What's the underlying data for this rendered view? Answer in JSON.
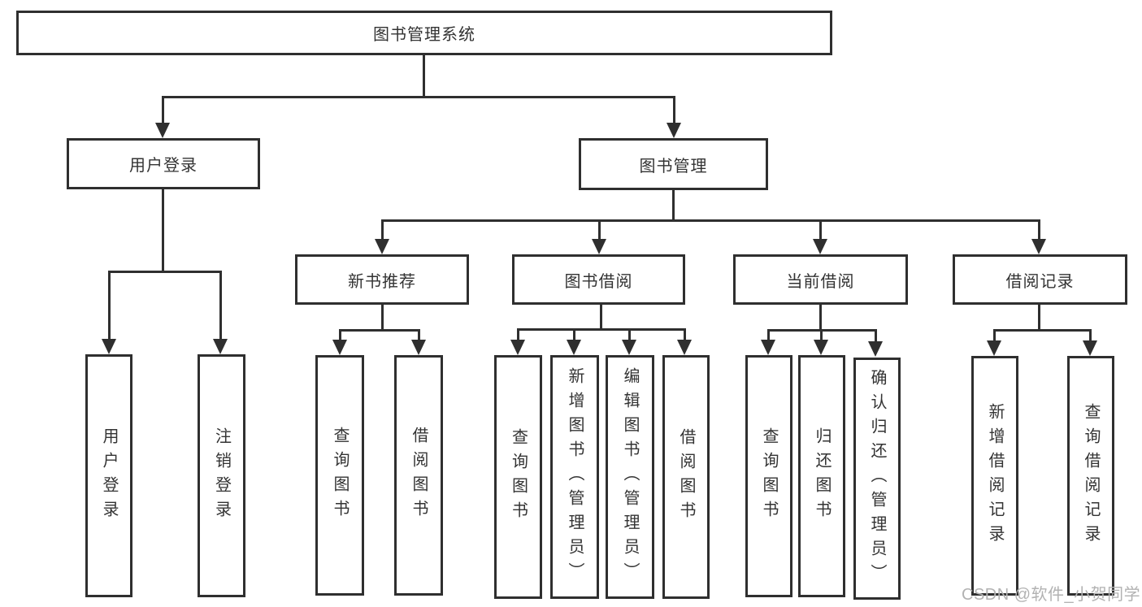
{
  "diagram": {
    "tree": {
      "label": "图书管理系统",
      "children": [
        {
          "label": "用户登录",
          "children": [
            {
              "label": "用户登录"
            },
            {
              "label": "注销登录"
            }
          ]
        },
        {
          "label": "图书管理",
          "children": [
            {
              "label": "新书推荐",
              "children": [
                {
                  "label": "查询图书"
                },
                {
                  "label": "借阅图书"
                }
              ]
            },
            {
              "label": "图书借阅",
              "children": [
                {
                  "label": "查询图书"
                },
                {
                  "label": "新增图书（管理员）"
                },
                {
                  "label": "编辑图书（管理员）"
                },
                {
                  "label": "借阅图书"
                }
              ]
            },
            {
              "label": "当前借阅",
              "children": [
                {
                  "label": "查询图书"
                },
                {
                  "label": "归还图书"
                },
                {
                  "label": "确认归还（管理员）"
                }
              ]
            },
            {
              "label": "借阅记录",
              "children": [
                {
                  "label": "新增借阅记录"
                },
                {
                  "label": "查询借阅记录"
                }
              ]
            }
          ]
        }
      ]
    }
  },
  "watermark": {
    "text": "CSDN @软件_小贺同学",
    "color": "#b2b2b2"
  },
  "colors": {
    "line": "#2f2f2f",
    "text": "#333333",
    "box_fill": "#ffffff",
    "background": "#ffffff"
  }
}
